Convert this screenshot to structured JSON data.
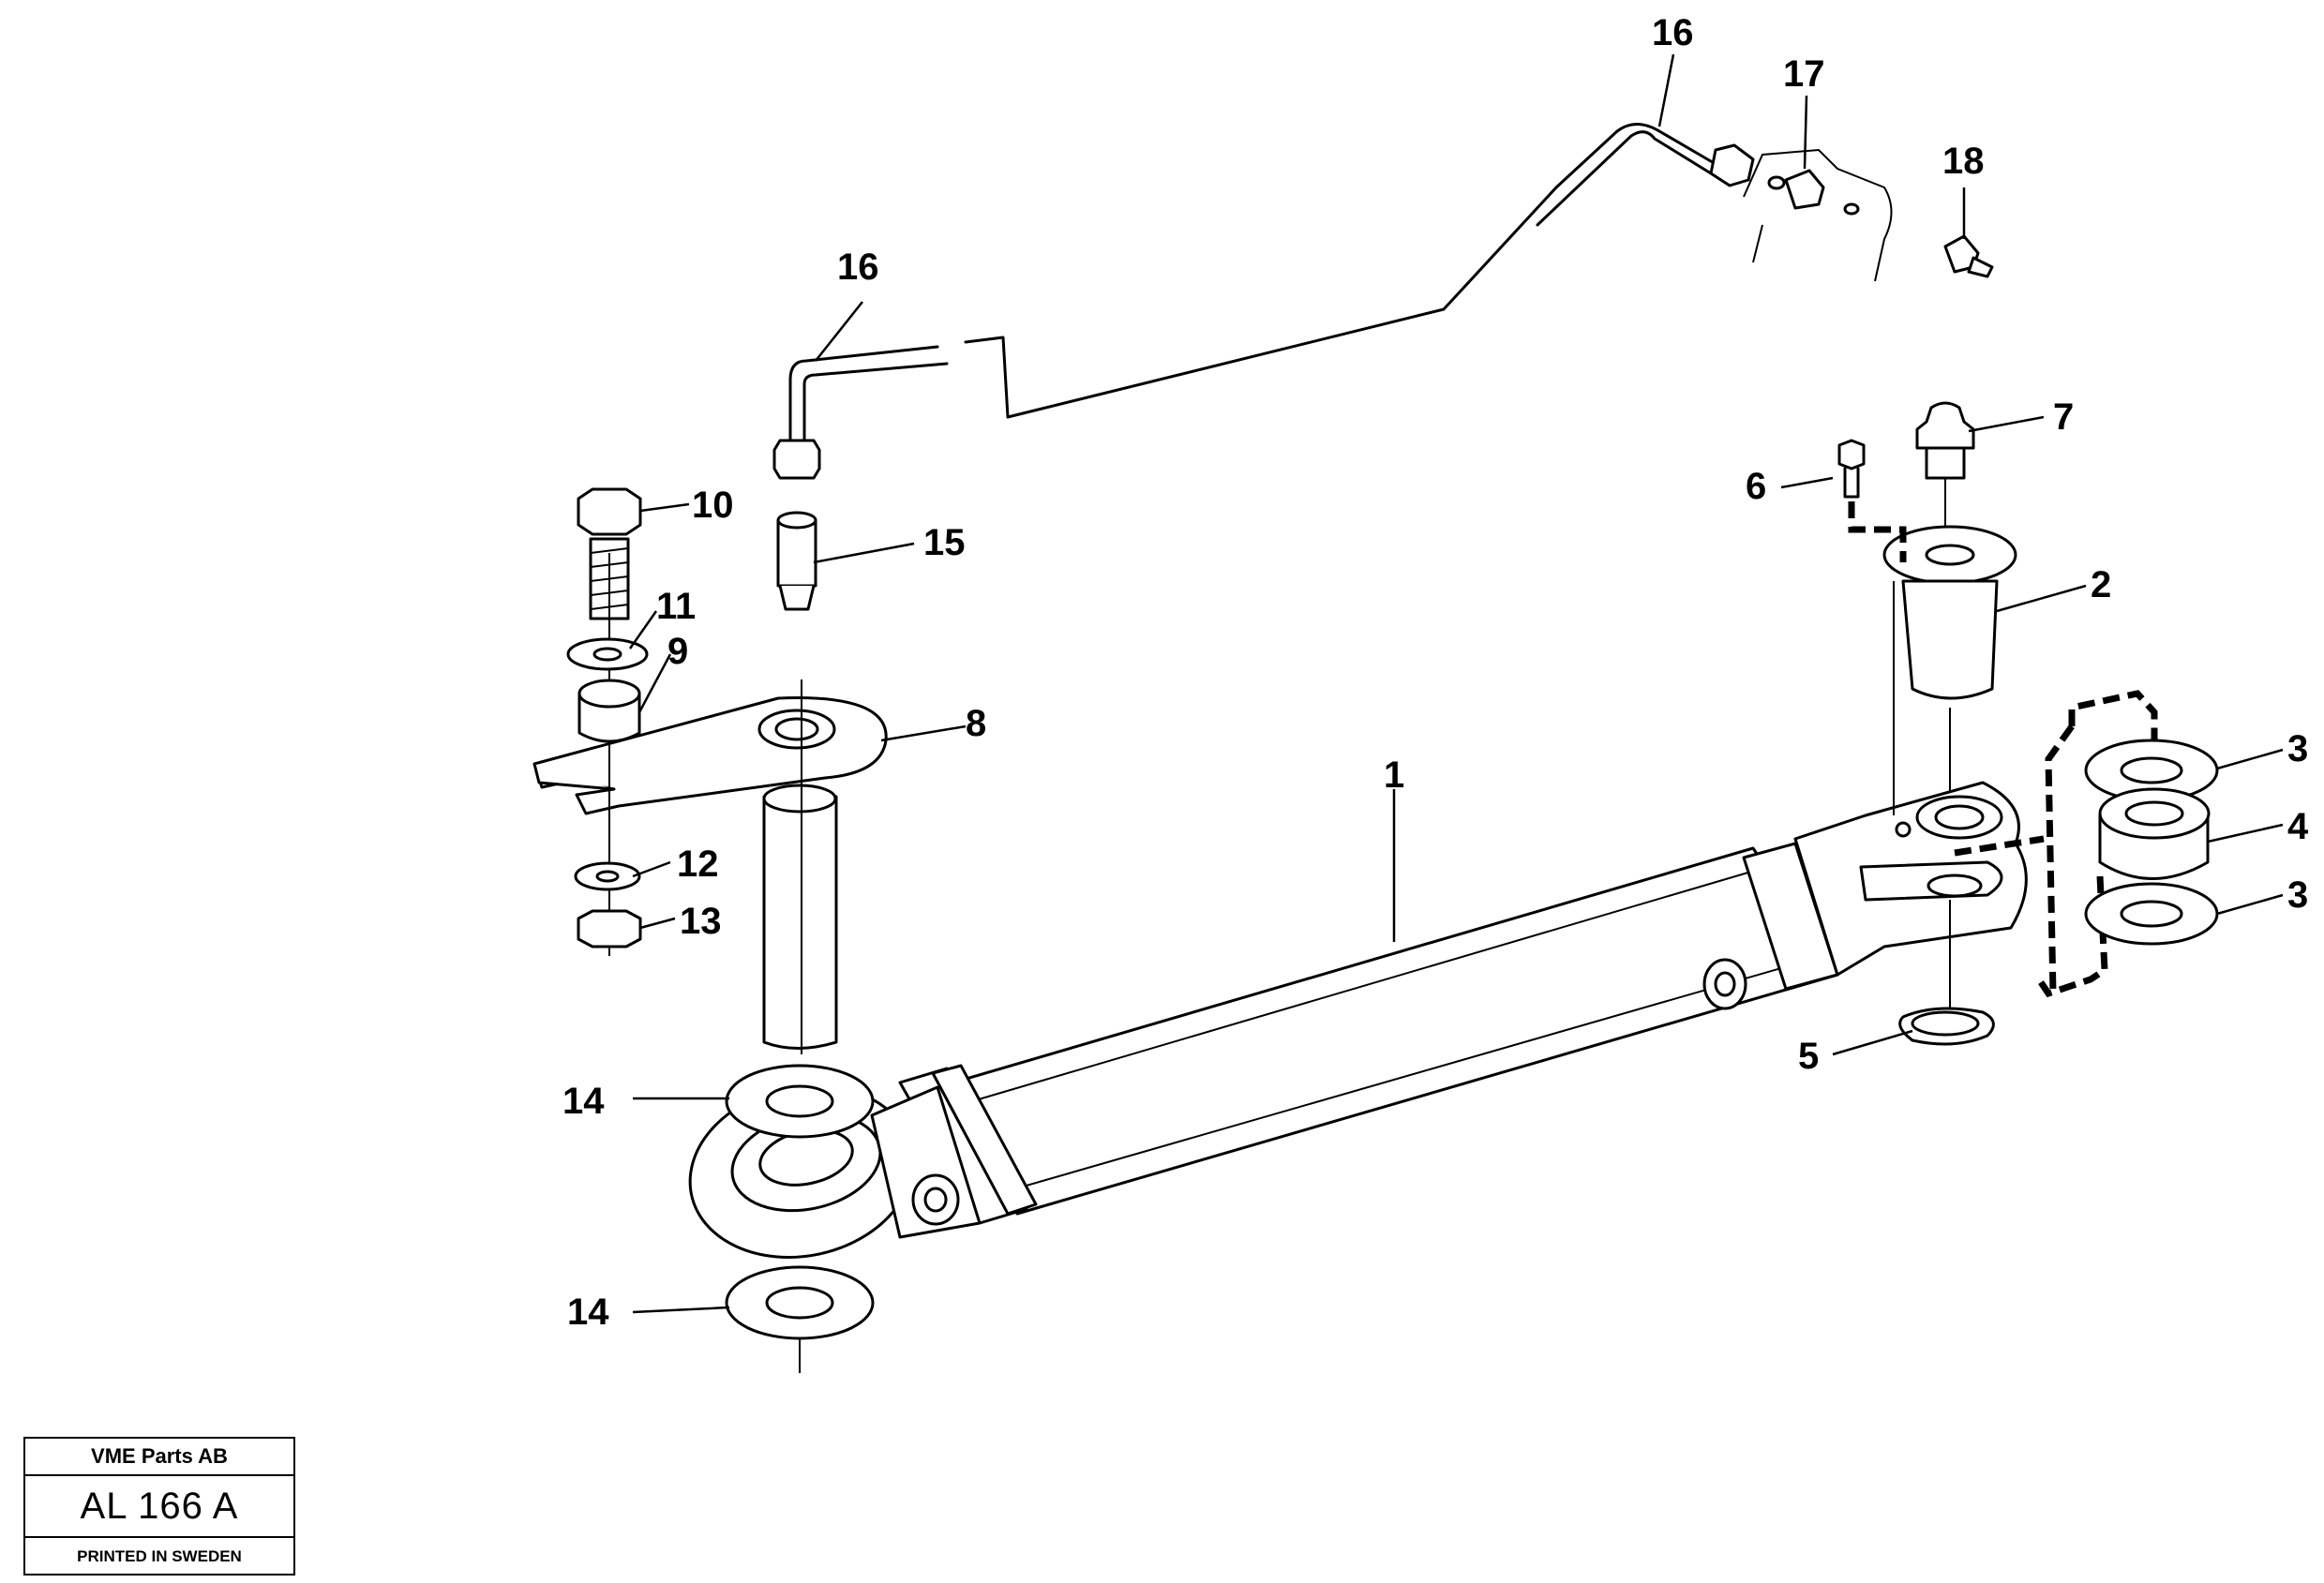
{
  "callouts": {
    "c1": "1",
    "c2": "2",
    "c3a": "3",
    "c3b": "3",
    "c4": "4",
    "c5": "5",
    "c6": "6",
    "c7": "7",
    "c8": "8",
    "c9": "9",
    "c10": "10",
    "c11": "11",
    "c12": "12",
    "c13": "13",
    "c14a": "14",
    "c14b": "14",
    "c15": "15",
    "c16a": "16",
    "c16b": "16",
    "c17": "17",
    "c18": "18"
  },
  "title_block": {
    "company": "VME Parts AB",
    "drawing_code": "AL 166 A",
    "printed": "PRINTED IN SWEDEN"
  }
}
